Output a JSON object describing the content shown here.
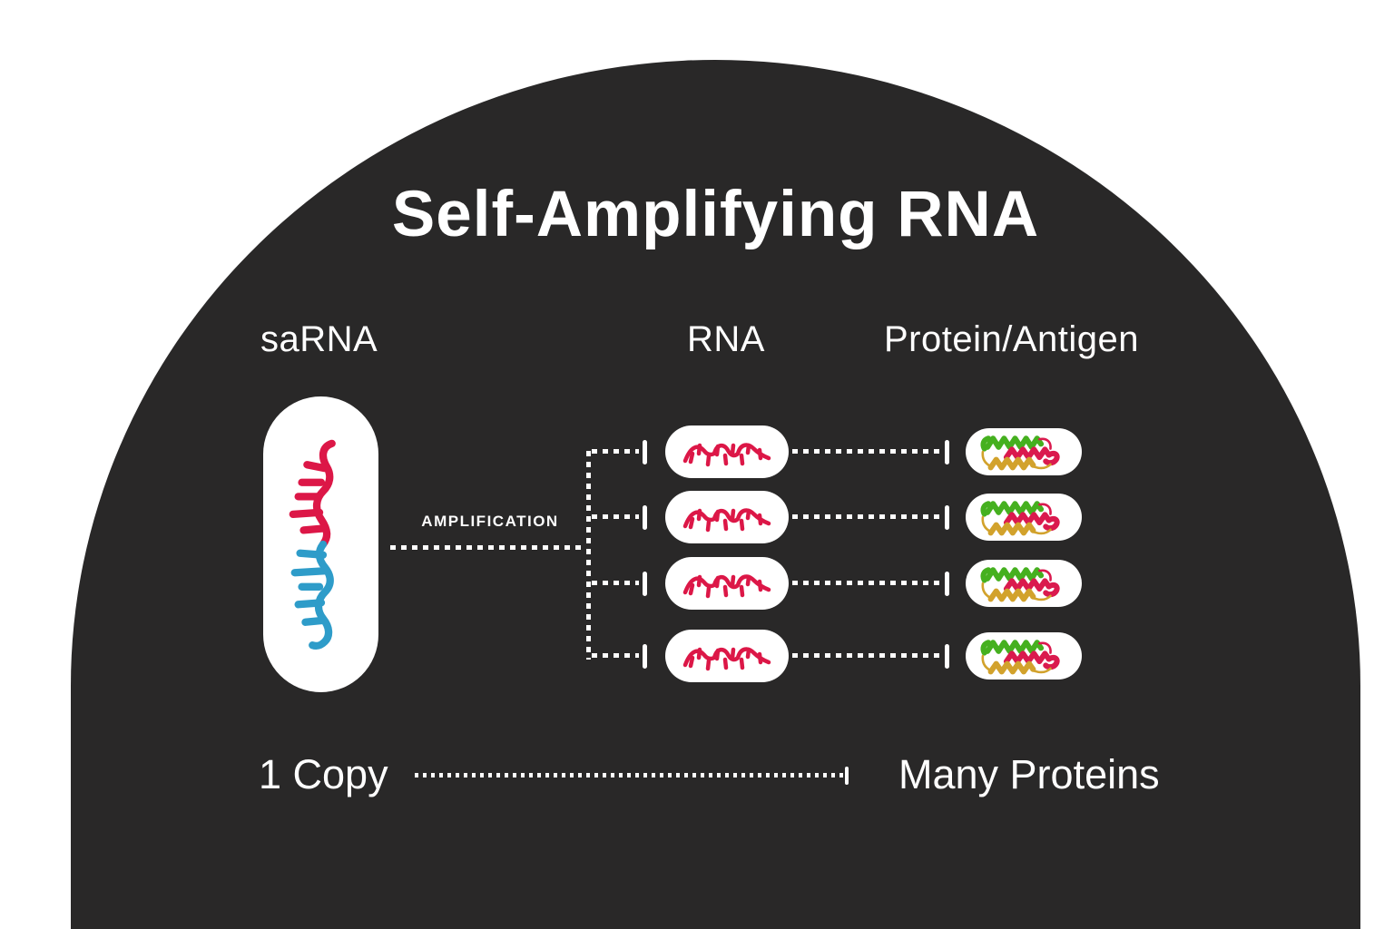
{
  "title": "Self-Amplifying RNA",
  "columns": {
    "left": "saRNA",
    "middle": "RNA",
    "right": "Protein/Antigen"
  },
  "process_label": "AMPLIFICATION",
  "footer": {
    "left": "1 Copy",
    "right": "Many Proteins"
  },
  "flow": {
    "rna_copies": 4,
    "protein_copies": 4
  },
  "icons": {
    "sarna": "sarna-strand-icon",
    "rna": "mrna-strand-icon",
    "protein": "protein-helix-icon"
  },
  "colors": {
    "dome": "#292828",
    "capsule": "#ffffff",
    "text": "#ffffff",
    "rna_pink": "#dc1747",
    "rna_blue": "#2e9cc9",
    "protein_green": "#45b01f",
    "protein_pink": "#da1a4e",
    "protein_gold": "#d2a22c"
  }
}
